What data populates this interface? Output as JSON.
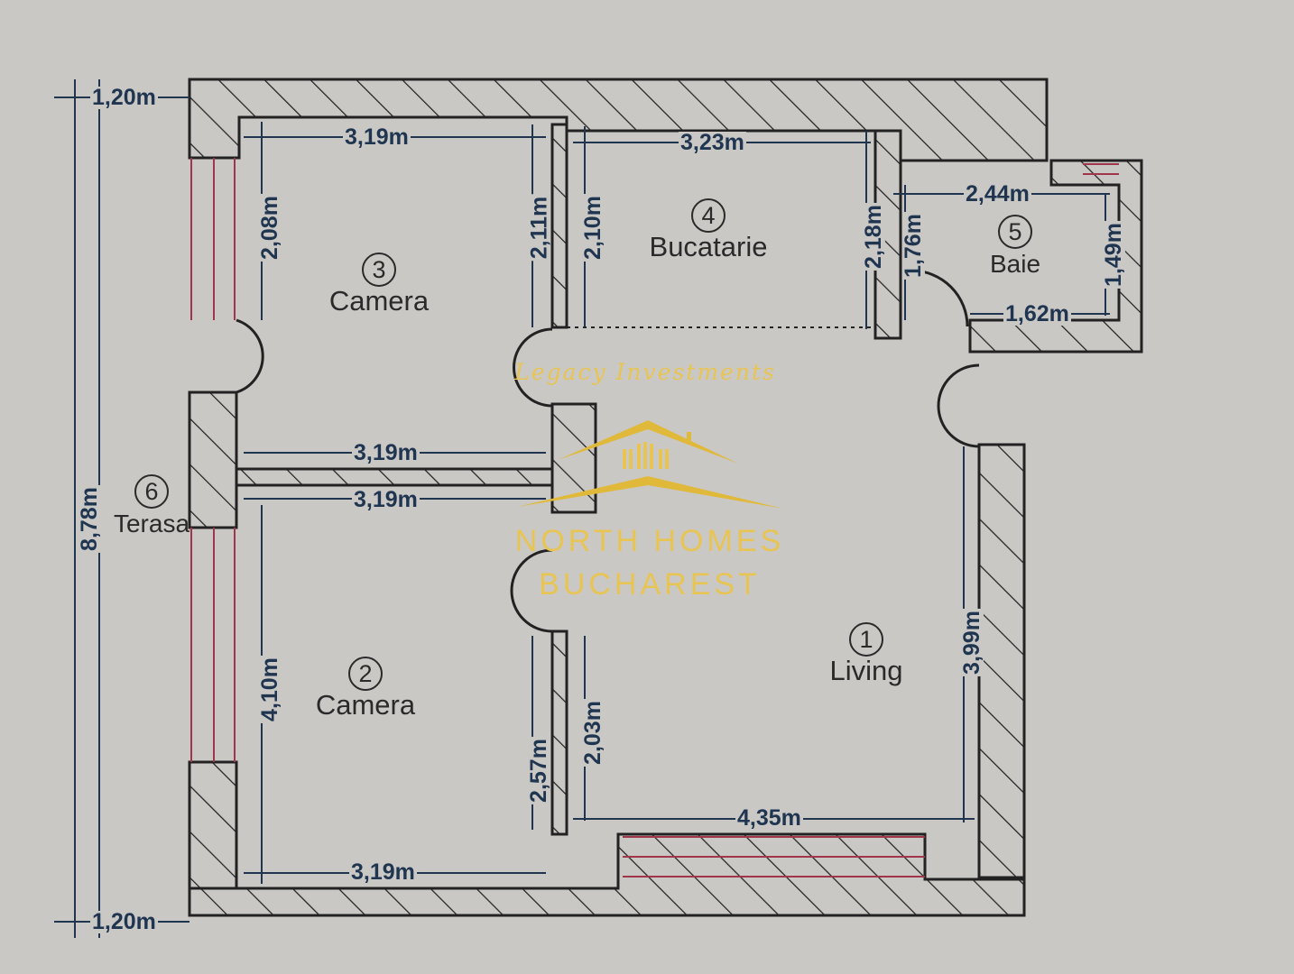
{
  "rooms": [
    {
      "number": "1",
      "name": "Living"
    },
    {
      "number": "2",
      "name": "Camera"
    },
    {
      "number": "3",
      "name": "Camera"
    },
    {
      "number": "4",
      "name": "Bucatarie"
    },
    {
      "number": "5",
      "name": "Baie"
    },
    {
      "number": "6",
      "name": "Terasa"
    }
  ],
  "dimensions": {
    "terasa_top_width": "1,20m",
    "terasa_bottom_width": "1,20m",
    "terasa_length": "8,78m",
    "room3_width": "3,19m",
    "room3_height_left": "2,08m",
    "room3_height_right": "2,11m",
    "room4_width": "3,23m",
    "room4_height_left": "2,10m",
    "room4_height_right": "2,18m",
    "room5_width_top": "2,44m",
    "room5_width_bottom": "1,62m",
    "room5_height_left": "1,76m",
    "room5_height_right": "1,49m",
    "hall_width": "3,19m",
    "room2_width_top": "3,19m",
    "room2_width_bottom": "3,19m",
    "room2_height_left": "4,10m",
    "room2_height_right": "2,57m",
    "living_height_left": "2,03m",
    "living_height_right": "3,99m",
    "living_width": "4,35m"
  },
  "watermark": {
    "script": "Legacy Investments",
    "line1": "NORTH HOMES",
    "line2": "BUCHAREST"
  },
  "colors": {
    "wall": "#222222",
    "dimension": "#1f3550",
    "window": "#a0364a",
    "watermark": "#e8c452",
    "paper": "#cac8c5"
  }
}
